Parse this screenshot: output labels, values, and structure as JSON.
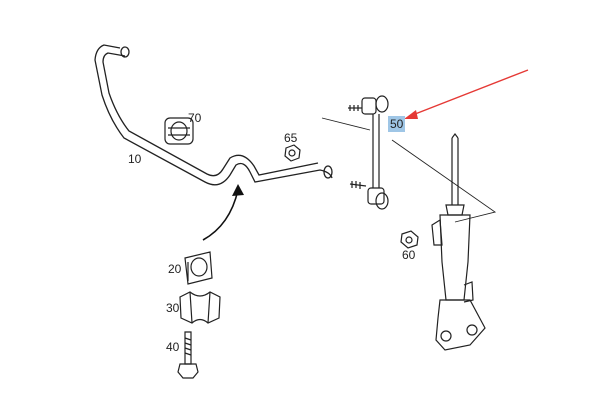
{
  "callouts": {
    "sway_bar": "10",
    "bushing": "20",
    "bracket": "30",
    "bolt": "40",
    "link": "50",
    "nut_lower": "60",
    "nut_upper": "65",
    "bushing_top": "70"
  },
  "colors": {
    "line": "#222222",
    "arrow": "#e53935",
    "highlight": "#9fc6e6"
  }
}
